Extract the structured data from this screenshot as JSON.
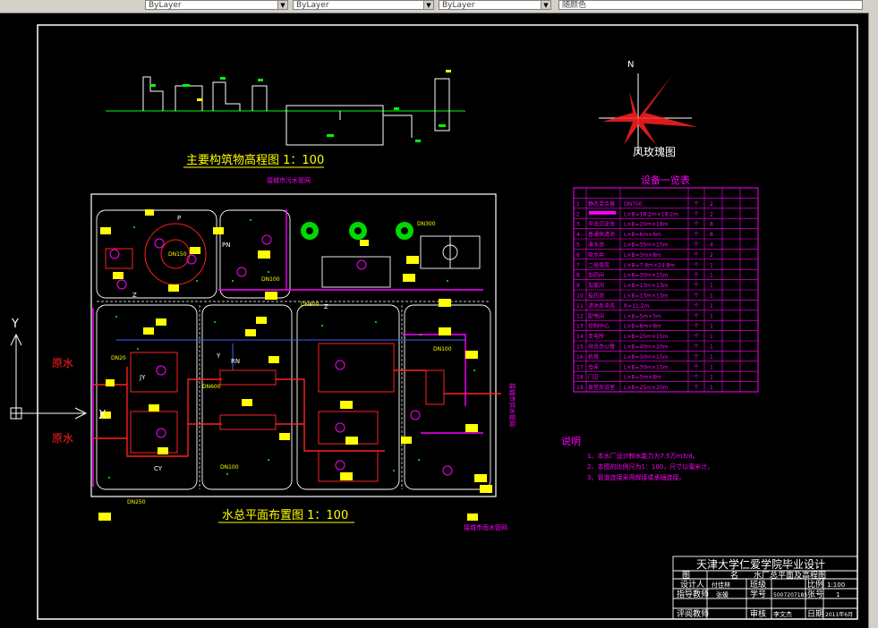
{
  "toolbar": {
    "layer_combo": "ByLayer",
    "linetype_combo": "ByLayer",
    "lineweight_combo": "ByLayer",
    "plotstyle_combo": "随颜色"
  },
  "elevation": {
    "title": "主要构筑物高程图 1：100"
  },
  "plan": {
    "title": "水总平面布置图 1：100",
    "top_label": "接城市污水管网",
    "bottom_label": "接城市雨水管网",
    "right_label": "接城市供水管网",
    "raw_water_top": "原水",
    "raw_water_bottom": "原水",
    "pipe_labels": [
      "DN300",
      "DN100",
      "DN150",
      "DN20",
      "DN100",
      "DN600",
      "DN800",
      "DN100",
      "DN250"
    ],
    "zone_labels": [
      "P",
      "PN",
      "Z",
      "Y",
      "JY",
      "RN",
      "CY",
      "Z"
    ]
  },
  "wind_rose": {
    "north": "N",
    "caption": "风玫瑰图"
  },
  "equipment": {
    "title": "设备一览表",
    "rows": [
      [
        "1",
        "静态混合器",
        "DN700",
        "个",
        "2"
      ],
      [
        "2",
        "",
        "L×B=18.2m×18.2m",
        "个",
        "2"
      ],
      [
        "3",
        "平流沉淀池",
        "L×B=20m×18m",
        "个",
        "8"
      ],
      [
        "4",
        "普通快滤池",
        "L×B=6m×6m",
        "个",
        "8"
      ],
      [
        "5",
        "清水池",
        "L×B=35m×15m",
        "个",
        "4"
      ],
      [
        "6",
        "吸水井",
        "L×B=3m×8m",
        "个",
        "2"
      ],
      [
        "7",
        "二级泵房",
        "L×B=7.8m×24.8m",
        "个",
        "1"
      ],
      [
        "8",
        "加药间",
        "L×B=30m×15m",
        "个",
        "1"
      ],
      [
        "9",
        "加氯间",
        "L×B=13m×13m",
        "个",
        "1"
      ],
      [
        "10",
        "投药池",
        "L×B=13m×13m",
        "个",
        "1"
      ],
      [
        "11",
        "滤池反冲洗",
        "R=11.2m",
        "个",
        "1"
      ],
      [
        "12",
        "配电间",
        "L×B=5m×5m",
        "个",
        "1"
      ],
      [
        "13",
        "控制中心",
        "L×B=8m×8m",
        "个",
        "1"
      ],
      [
        "14",
        "变电所",
        "L×B=25m×15m",
        "个",
        "1"
      ],
      [
        "15",
        "综合办公楼",
        "L×B=40m×20m",
        "个",
        "1"
      ],
      [
        "16",
        "机修",
        "L×B=30m×15m",
        "个",
        "1"
      ],
      [
        "17",
        "仓库",
        "L×B=30m×15m",
        "个",
        "1"
      ],
      [
        "18",
        "门卫",
        "L×B=5m×8m",
        "个",
        "1"
      ],
      [
        "19",
        "食堂及浴室",
        "L×B=25m×20m",
        "个",
        "1"
      ]
    ]
  },
  "notes": {
    "heading": "说明",
    "items": [
      "1、本水厂设计制水能力为7.5万m3/d。",
      "2、本图的比例尺为1：100，尺寸以毫米计。",
      "3、管道连接采用焊接或承插连接。"
    ]
  },
  "title_block": {
    "school": "天津大学仁爱学院毕业设计",
    "label_tu": "图",
    "label_ming": "名",
    "drawing_name": "水厂总平面及高程图",
    "designer_label": "设计人",
    "designer": "付佳林",
    "class_label": "班级",
    "scale_label": "比例",
    "scale": "1:100",
    "advisor_label": "指导教师",
    "advisor": "张媛",
    "student_no_label": "学号",
    "student_no": "5007207185",
    "sheet_label": "张号",
    "sheet": "1",
    "reviewer_label": "评阅教师",
    "review_label": "审核",
    "reviewer": "李文杰",
    "date_label": "日期",
    "date": "2011年6月"
  },
  "colors": {
    "frame": "#ffffff",
    "magenta": "#ff00ff",
    "yellow": "#ffff00",
    "red": "#ff2020",
    "green": "#00ff00",
    "blue": "#4060ff"
  }
}
